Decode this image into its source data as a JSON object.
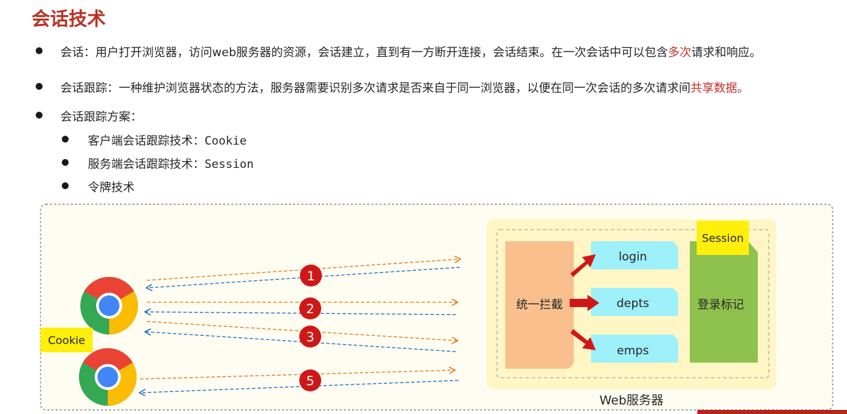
{
  "page": {
    "title": "会话技术",
    "bullets": {
      "session_pre": "会话：用户打开浏览器，访问web服务器的资源，会话建立，直到有一方断开连接，会话结束。在一次会话中可以包含",
      "session_highlight": "多次",
      "session_post": "请求和响应。",
      "tracking_pre": "会话跟踪：一种维护浏览器状态的方法，服务器需要识别多次请求是否来自于同一浏览器，以便在同一次会话的多次请求间",
      "tracking_highlight": "共享数据。",
      "schemes_label": "会话跟踪方案：",
      "scheme_client_prefix": "客户端会话跟踪技术：",
      "scheme_client_tech": "Cookie",
      "scheme_server_prefix": "服务端会话跟踪技术：",
      "scheme_server_tech": "Session",
      "scheme_token": "令牌技术"
    }
  },
  "diagram": {
    "cookie_label": "Cookie",
    "session_label": "Session",
    "interceptor_label": "统一拦截",
    "endpoints": [
      "login",
      "depts",
      "emps"
    ],
    "login_flag_label": "登录标记",
    "server_label": "Web服务器",
    "request_steps": [
      "1",
      "2",
      "3",
      "5"
    ],
    "colors": {
      "request_arrow": "#e07b1a",
      "response_arrow": "#1f6fc4",
      "step_badge": "#d01717",
      "interceptor": "#f9c08e",
      "endpoint": "#9ef0fa",
      "session_store": "#8ec14d",
      "label_tag": "#ffef0a",
      "server_panel": "#fff6c6",
      "panel_background": "#fffdf2"
    },
    "icons": [
      "chrome-browser-icon",
      "chrome-browser-icon",
      "red-arrow-icon"
    ]
  }
}
